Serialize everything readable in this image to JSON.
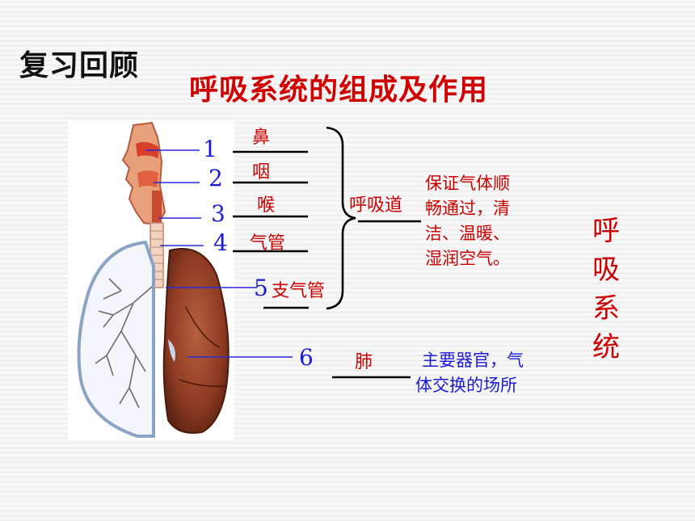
{
  "heading": "复习回顾",
  "title": "呼吸系统的组成及作用",
  "parts": [
    {
      "number": "1",
      "name": "鼻"
    },
    {
      "number": "2",
      "name": "咽"
    },
    {
      "number": "3",
      "name": "喉"
    },
    {
      "number": "4",
      "name": "气管"
    },
    {
      "number": "5",
      "name": "支气管"
    },
    {
      "number": "6",
      "name": "肺"
    }
  ],
  "airway": {
    "label": "呼吸道",
    "function_lines": [
      "保证气体顺",
      "畅通过，清",
      "洁、温暖、",
      "湿润空气。"
    ]
  },
  "lung": {
    "function_lines": [
      "主要器官，气",
      "体交换的场所"
    ]
  },
  "system_label": [
    "呼",
    "吸",
    "系",
    "统"
  ],
  "colors": {
    "title": "#d00000",
    "label": "#cc0000",
    "number": "#1a1ad6"
  }
}
